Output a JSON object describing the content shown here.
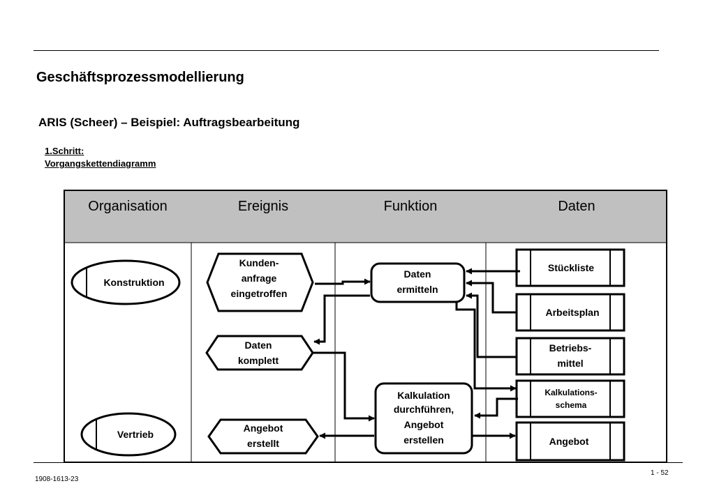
{
  "title": "Geschäftsprozessmodellierung",
  "subtitle": "ARIS (Scheer) – Beispiel: Auftragsbearbeitung",
  "step": {
    "line1": "1.Schritt:",
    "line2": "Vorgangskettendiagramm"
  },
  "columns": {
    "organisation": "Organisation",
    "ereignis": "Ereignis",
    "funktion": "Funktion",
    "daten": "Daten"
  },
  "organisation": {
    "konstruktion": "Konstruktion",
    "vertrieb": "Vertrieb"
  },
  "events": {
    "kundenanfrage": [
      "Kunden-",
      "anfrage",
      "eingetroffen"
    ],
    "daten_komplett": [
      "Daten",
      "komplett"
    ],
    "angebot_erstellt": [
      "Angebot",
      "erstellt"
    ]
  },
  "functions": {
    "daten_ermitteln": [
      "Daten",
      "ermitteln"
    ],
    "kalkulation": [
      "Kalkulation",
      "durchführen,",
      "Angebot",
      "erstellen"
    ]
  },
  "data_objects": {
    "stueckliste": [
      "Stückliste"
    ],
    "arbeitsplan": [
      "Arbeitsplan"
    ],
    "betriebsmittel": [
      "Betriebs-",
      "mittel"
    ],
    "kalkulationsschema": [
      "Kalkulations-",
      "schema"
    ],
    "angebot": [
      "Angebot"
    ]
  },
  "colors": {
    "header_bg": "#c0c0c0",
    "line": "#000000"
  },
  "footer": {
    "left": "1908-1613-23",
    "right": "1 - 52"
  }
}
